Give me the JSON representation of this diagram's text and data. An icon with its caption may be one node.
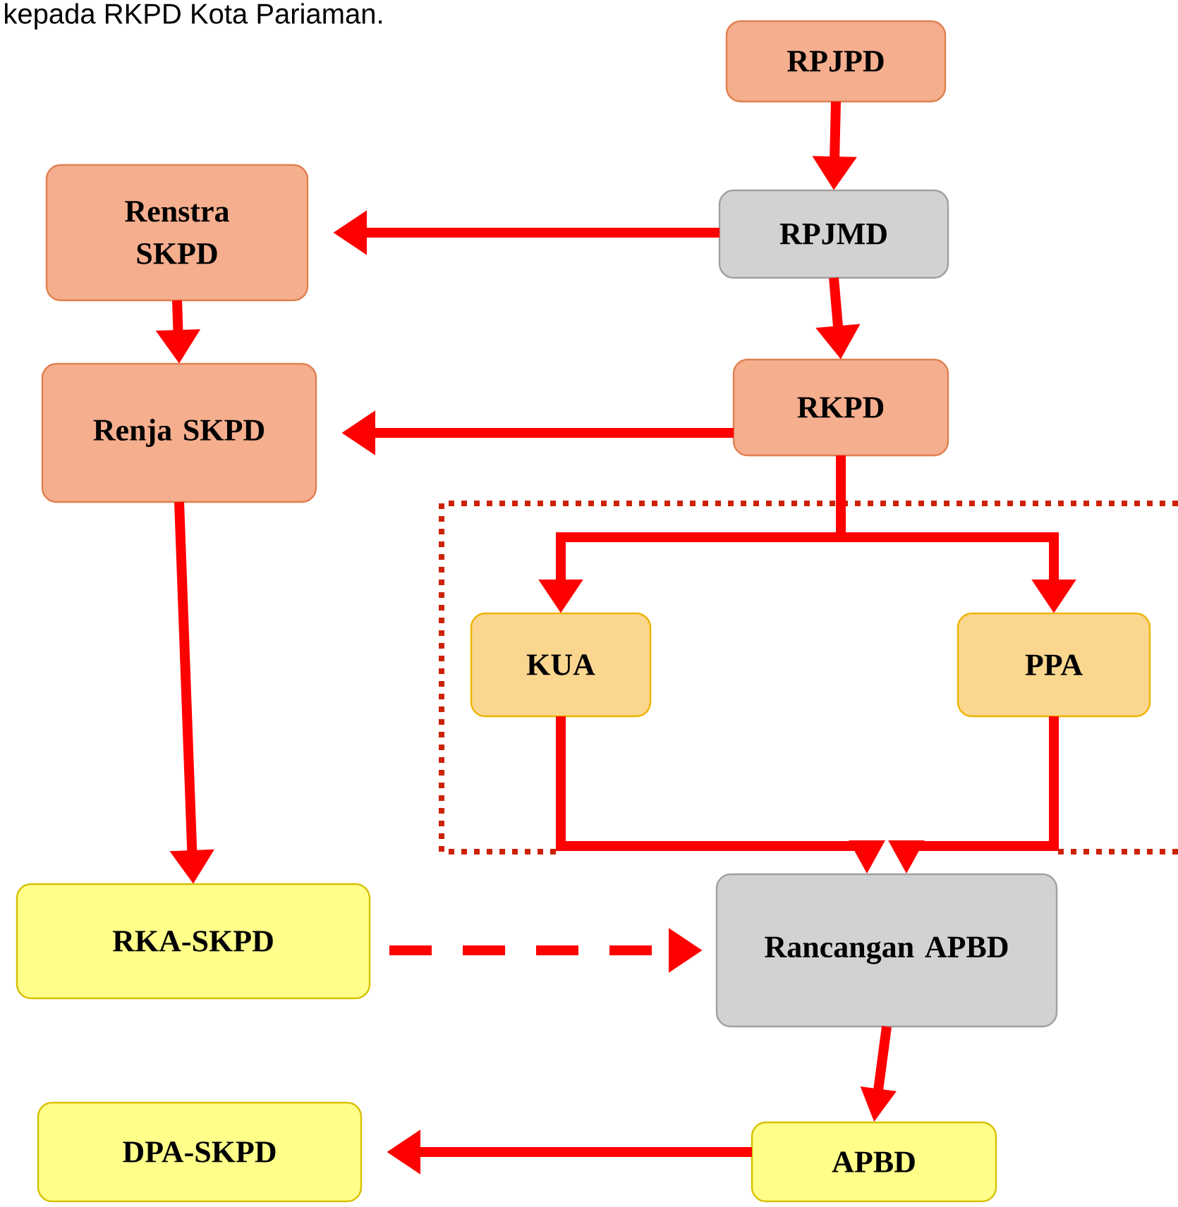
{
  "diagram": {
    "nodes": [
      {
        "text": [
          "RPJPD"
        ]
      },
      {
        "text": [
          "Renstra SKPD"
        ]
      },
      {
        "text": [
          "RPJMD"
        ]
      },
      {
        "text": [
          "Renja SKPD"
        ]
      },
      {
        "text": [
          "RKPD"
        ]
      },
      {
        "text": [
          "KUA"
        ]
      },
      {
        "text": [
          "PPA"
        ]
      },
      {
        "text": [
          "RKA-SKPD"
        ]
      },
      {
        "text": [
          "Rancangan APBD"
        ]
      },
      {
        "text": [
          "DPA-SKPD"
        ]
      },
      {
        "text": [
          "APBD"
        ]
      }
    ],
    "edges": [
      {
        "from": 0,
        "to": 2,
        "arrow": "to"
      },
      {
        "from": 2,
        "to": 1,
        "arrow": "to"
      },
      {
        "from": 2,
        "to": 4,
        "arrow": "to"
      },
      {
        "from": 1,
        "to": 3,
        "arrow": "to"
      },
      {
        "from": 4,
        "to": 3,
        "arrow": "to"
      },
      {
        "from": 4,
        "to": 5,
        "arrow": "to"
      },
      {
        "from": 4,
        "to": 6,
        "arrow": "to"
      },
      {
        "from": 5,
        "to": 8,
        "arrow": "to"
      },
      {
        "from": 6,
        "to": 8,
        "arrow": "to"
      },
      {
        "from": 3,
        "to": 7,
        "arrow": "to"
      },
      {
        "from": 7,
        "to": 8,
        "arrow": "to",
        "style": "dashed"
      },
      {
        "from": 8,
        "to": 10,
        "arrow": "to"
      },
      {
        "from": 10,
        "to": 9,
        "arrow": "to"
      }
    ],
    "labels": [
      "kepada RKPD Kota Pariaman."
    ]
  }
}
